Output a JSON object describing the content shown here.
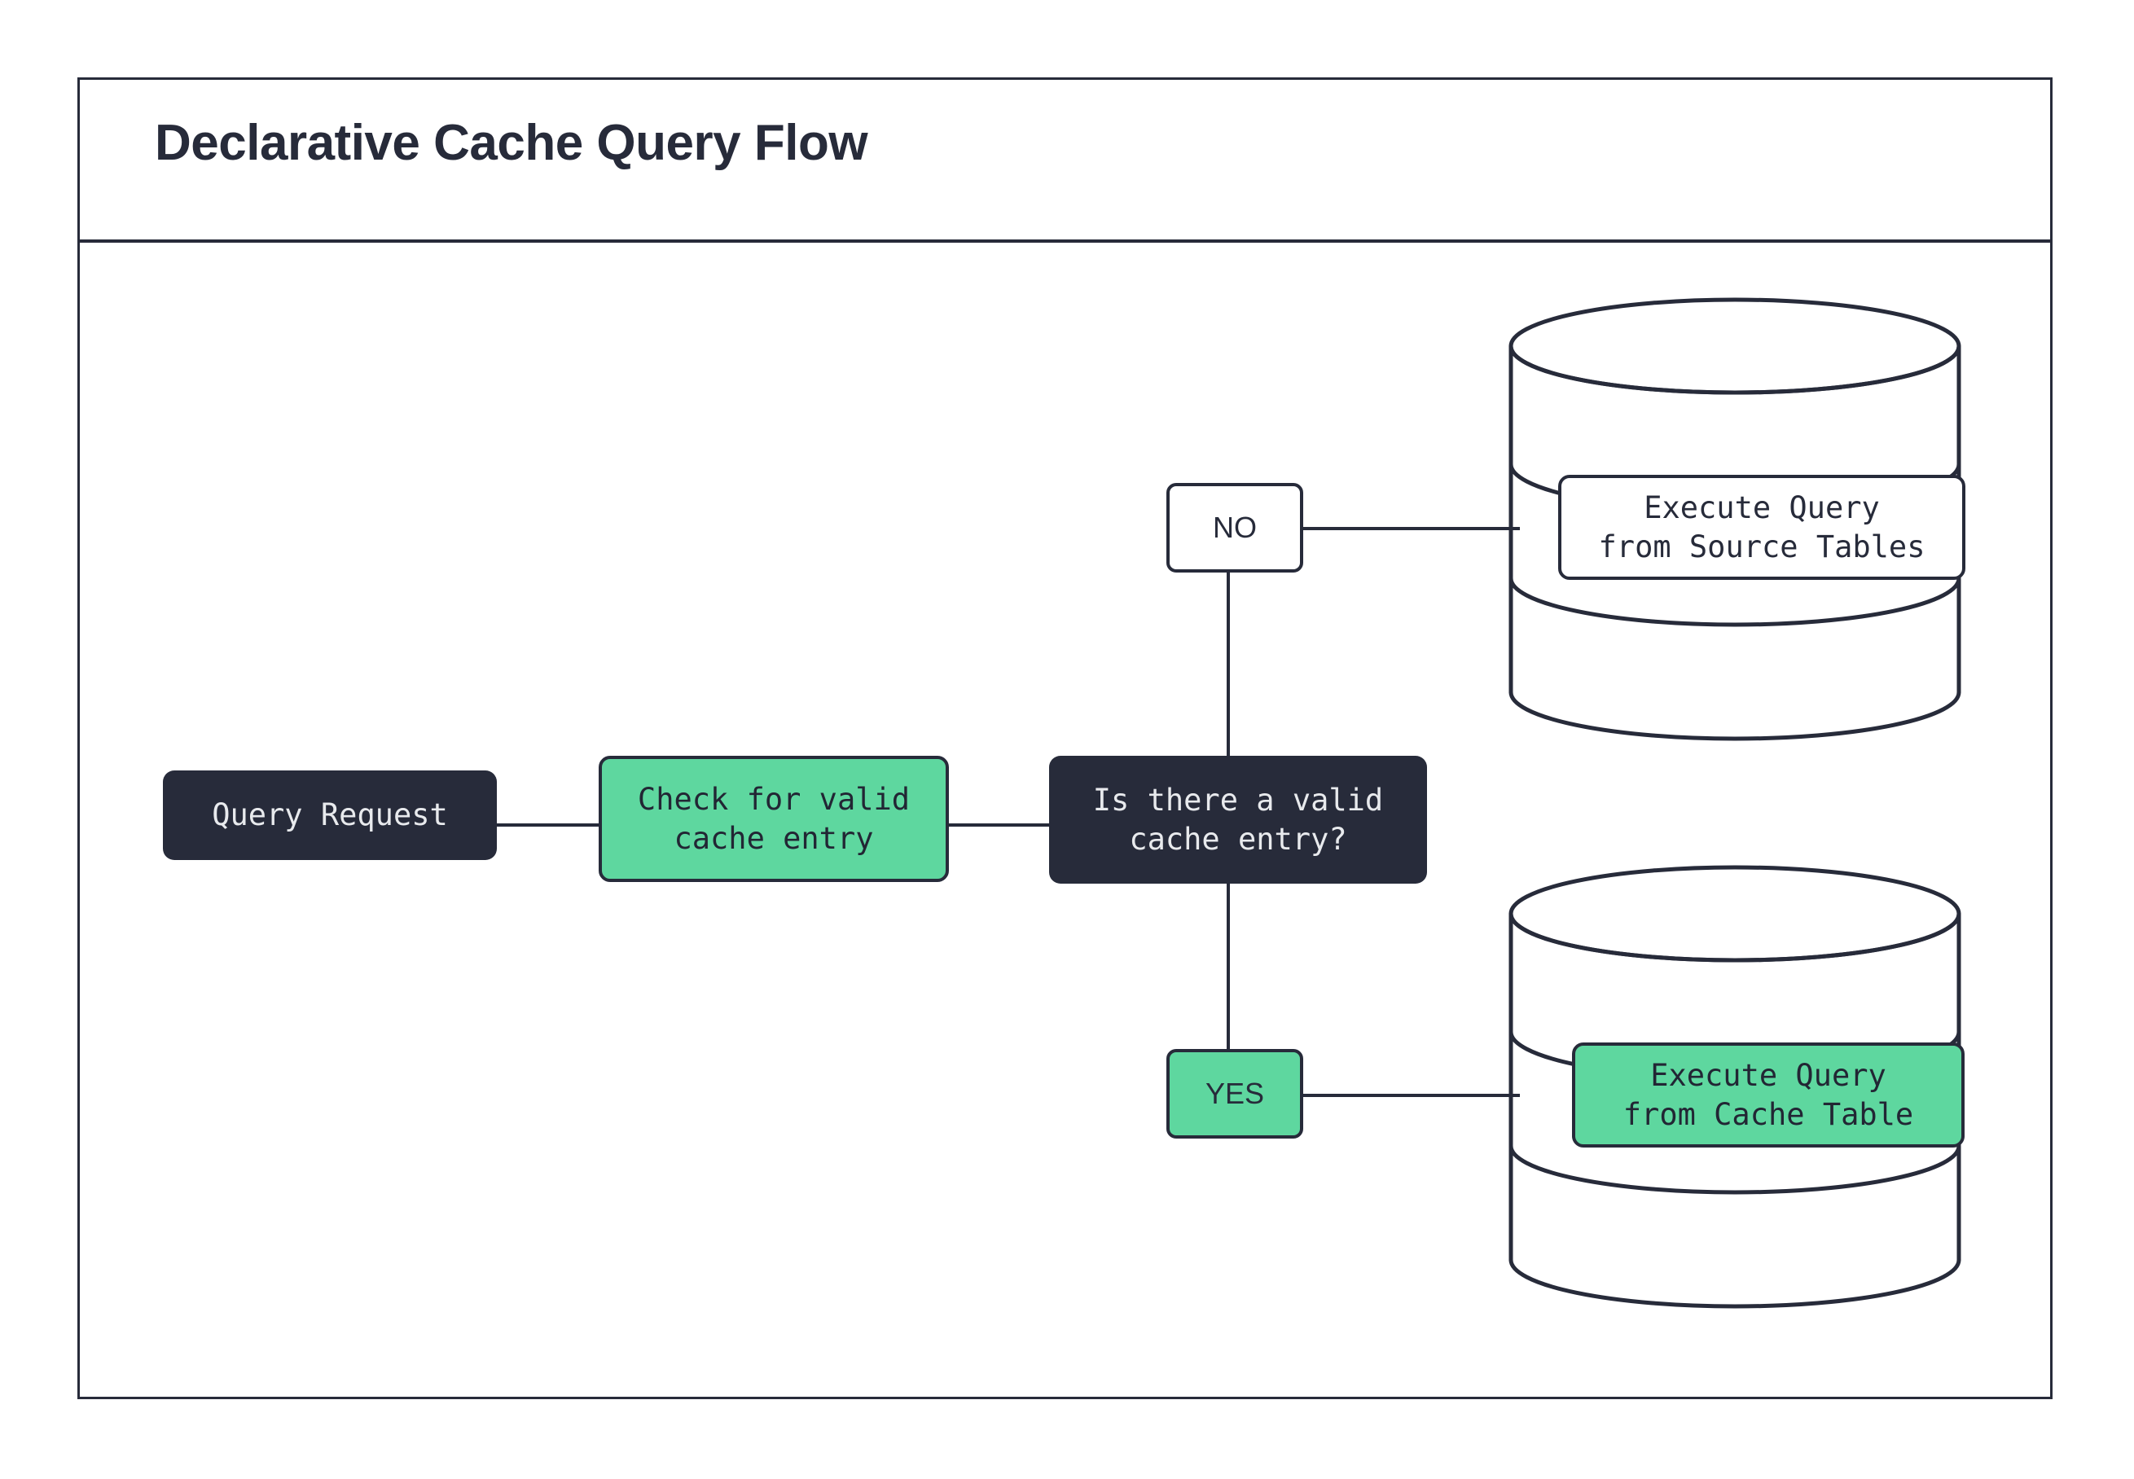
{
  "diagram": {
    "title": "Declarative Cache Query Flow",
    "accent_green": "#5ed79f",
    "dark_navy": "#272b3a",
    "light_text": "#e8eaed",
    "background": "#ffffff"
  },
  "nodes": {
    "query_request": {
      "label": "Query Request",
      "style": "dark"
    },
    "check_cache": {
      "label": "Check for valid\ncache entry",
      "style": "green"
    },
    "decision": {
      "label": "Is there a valid\ncache entry?",
      "style": "dark"
    },
    "branch_no": {
      "label": "NO",
      "style": "white"
    },
    "branch_yes": {
      "label": "YES",
      "style": "green"
    },
    "source_tables": {
      "label": "Execute Query\nfrom Source Tables",
      "style": "white"
    },
    "cache_table": {
      "label": "Execute Query\nfrom Cache Table",
      "style": "green"
    }
  },
  "databases": {
    "source_db": {
      "name": "source-tables-database"
    },
    "cache_db": {
      "name": "cache-table-database"
    }
  }
}
